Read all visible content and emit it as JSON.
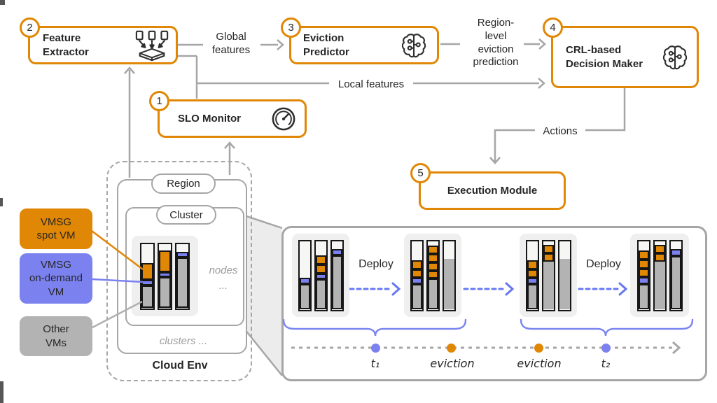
{
  "palette": {
    "accent_orange": "#E08705",
    "spot_vm": "#E08705",
    "on_demand_vm": "#7B82EF",
    "other_vm": "#B3B3B3",
    "free_space": "#F6F6F5",
    "line_gray": "#A6A6A6",
    "deploy_blue": "#6677F2",
    "text": "#262626"
  },
  "modules": {
    "slo_monitor": {
      "num": "1",
      "label": "SLO Monitor",
      "icon": "gauge-icon"
    },
    "feature_extractor": {
      "num": "2",
      "label": "Feature\nExtractor",
      "icon": "extract-icon"
    },
    "eviction_predictor": {
      "num": "3",
      "label": "Eviction\nPredictor",
      "icon": "brain-icon"
    },
    "decision_maker": {
      "num": "4",
      "label": "CRL-based\nDecision Maker",
      "icon": "brain-icon"
    },
    "execution_module": {
      "num": "5",
      "label": "Execution Module"
    }
  },
  "edges": {
    "global_features": "Global\nfeatures",
    "region_level": "Region-\nlevel\neviction\nprediction",
    "local_features": "Local features",
    "actions": "Actions"
  },
  "cloud": {
    "region_label": "Region",
    "cluster_label": "Cluster",
    "nodes_label": "nodes",
    "nodes_more": "...",
    "clusters_more": "clusters ...",
    "env_label": "Cloud Env",
    "cluster_nodes": [
      [
        {
          "t": "free",
          "f": 0.3
        },
        {
          "t": "spot",
          "f": 0.26
        },
        {
          "t": "ondemand",
          "f": 0.09
        },
        {
          "t": "other",
          "f": 0.35
        }
      ],
      [
        {
          "t": "free",
          "f": 0.1
        },
        {
          "t": "spot",
          "f": 0.34
        },
        {
          "t": "ondemand",
          "f": 0.08
        },
        {
          "t": "other",
          "f": 0.48
        }
      ],
      [
        {
          "t": "free",
          "f": 0.12
        },
        {
          "t": "ondemand",
          "f": 0.09
        },
        {
          "t": "other",
          "f": 0.79
        }
      ]
    ]
  },
  "legend": [
    {
      "label": "VMSG\nspot VM",
      "color": "#E08705"
    },
    {
      "label": "VMSG\non-demand\nVM",
      "color": "#7B82EF"
    },
    {
      "label": "Other\nVMs",
      "color": "#B3B3B3"
    }
  ],
  "timeline_panel": {
    "deploy_labels": [
      "Deploy",
      "Deploy"
    ],
    "snapshots": [
      {
        "bars": [
          [
            {
              "t": "free",
              "f": 0.54
            },
            {
              "t": "ondemand",
              "f": 0.09
            },
            {
              "t": "other",
              "f": 0.37
            }
          ],
          [
            {
              "t": "free",
              "f": 0.21
            },
            {
              "t": "spot",
              "f": 0.13
            },
            {
              "t": "spot",
              "f": 0.13
            },
            {
              "t": "ondemand",
              "f": 0.09
            },
            {
              "t": "other",
              "f": 0.44
            }
          ],
          [
            {
              "t": "free",
              "f": 0.12
            },
            {
              "t": "ondemand",
              "f": 0.09
            },
            {
              "t": "other",
              "f": 0.79
            }
          ]
        ]
      },
      {
        "bars": [
          [
            {
              "t": "free",
              "f": 0.28
            },
            {
              "t": "spot",
              "f": 0.13
            },
            {
              "t": "spot",
              "f": 0.13
            },
            {
              "t": "ondemand",
              "f": 0.09
            },
            {
              "t": "other",
              "f": 0.37
            }
          ],
          [
            {
              "t": "free",
              "f": 0.07
            },
            {
              "t": "spot",
              "f": 0.12
            },
            {
              "t": "spot",
              "f": 0.12
            },
            {
              "t": "spot",
              "f": 0.12
            },
            {
              "t": "spot",
              "f": 0.12
            },
            {
              "t": "other",
              "f": 0.45
            }
          ],
          [
            {
              "t": "free",
              "f": 0.26
            },
            {
              "t": "other_plain",
              "f": 0.74
            }
          ]
        ]
      },
      {
        "bars": [
          [
            {
              "t": "free",
              "f": 0.28
            },
            {
              "t": "spot",
              "f": 0.13
            },
            {
              "t": "spot",
              "f": 0.13
            },
            {
              "t": "ondemand",
              "f": 0.09
            },
            {
              "t": "other",
              "f": 0.37
            }
          ],
          [
            {
              "t": "free",
              "f": 0.06
            },
            {
              "t": "spot",
              "f": 0.12
            },
            {
              "t": "spot",
              "f": 0.12
            },
            {
              "t": "other_plain",
              "f": 0.7
            }
          ],
          [
            {
              "t": "free",
              "f": 0.26
            },
            {
              "t": "other_plain",
              "f": 0.74
            }
          ]
        ]
      },
      {
        "bars": [
          [
            {
              "t": "free",
              "f": 0.14
            },
            {
              "t": "spot",
              "f": 0.13
            },
            {
              "t": "spot",
              "f": 0.13
            },
            {
              "t": "spot",
              "f": 0.13
            },
            {
              "t": "ondemand",
              "f": 0.1
            },
            {
              "t": "other",
              "f": 0.37
            }
          ],
          [
            {
              "t": "free",
              "f": 0.06
            },
            {
              "t": "spot",
              "f": 0.12
            },
            {
              "t": "spot",
              "f": 0.12
            },
            {
              "t": "other_plain",
              "f": 0.7
            }
          ],
          [
            {
              "t": "free",
              "f": 0.12
            },
            {
              "t": "ondemand",
              "f": 0.1
            },
            {
              "t": "other",
              "f": 0.78
            }
          ]
        ]
      }
    ],
    "events": [
      {
        "label": "t₁",
        "color": "#7B82EF"
      },
      {
        "label": "eviction",
        "color": "#E08705"
      },
      {
        "label": "eviction",
        "color": "#E08705"
      },
      {
        "label": "t₂",
        "color": "#7B82EF"
      }
    ]
  }
}
